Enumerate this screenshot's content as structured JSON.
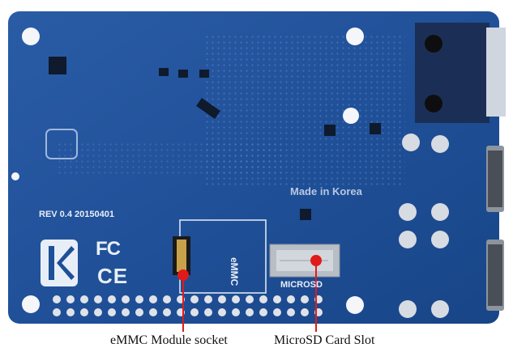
{
  "silkscreen": {
    "revision": "REV 0.4 20150401",
    "made_in": "Made in Korea",
    "emmc": "eMMC",
    "microsd": "MICROSD",
    "fc_logo": "FC",
    "ce_logo": "CE",
    "kc_logo": "KC"
  },
  "callouts": {
    "emmc_socket": "eMMC Module socket",
    "microsd_slot": "MicroSD Card Slot"
  },
  "colors": {
    "pcb": "#1f4f97",
    "pcb_dark": "#163d78",
    "marker": "#e01a1a",
    "silkscreen": "#e8eef8"
  }
}
